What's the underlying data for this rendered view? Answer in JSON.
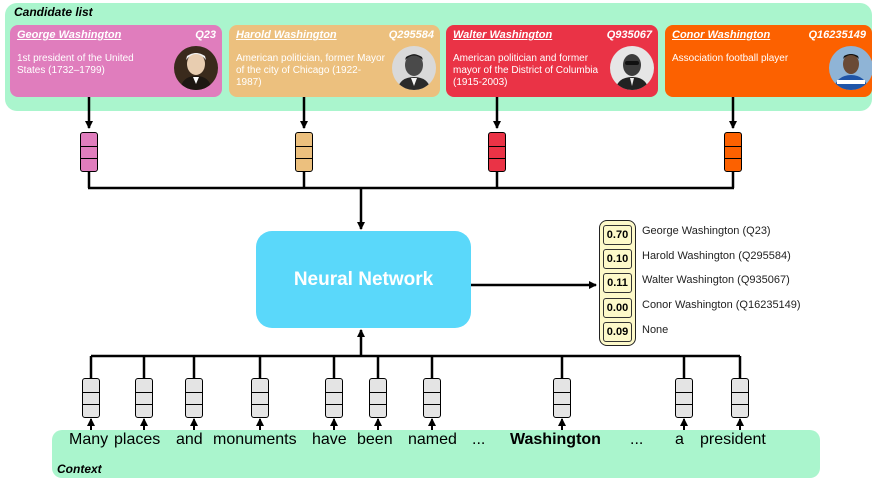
{
  "candidate_list_label": "Candidate list",
  "context_label": "Context",
  "candidates": [
    {
      "name": "George Washington",
      "qid": "Q23",
      "description": "1st president of the United States (1732–1799)",
      "color": "#e07dbd"
    },
    {
      "name": "Harold Washington",
      "qid": "Q295584",
      "description": "American politician, former Mayor of the city of Chicago (1922-1987)",
      "color": "#ecc07e"
    },
    {
      "name": "Walter Washington",
      "qid": "Q935067",
      "description": "American politician and former mayor of the District of Columbia (1915-2003)",
      "color": "#ea3346"
    },
    {
      "name": "Conor Washington",
      "qid": "Q16235149",
      "description": "Association football player",
      "color": "#fc6100"
    }
  ],
  "network_label": "Neural Network",
  "scores": [
    {
      "value": "0.70",
      "label": "George Washington (Q23)"
    },
    {
      "value": "0.10",
      "label": "Harold Washington (Q295584)"
    },
    {
      "value": "0.11",
      "label": "Walter Washington (Q935067)"
    },
    {
      "value": "0.00",
      "label": "Conor Washington (Q16235149)"
    },
    {
      "value": "0.09",
      "label": "None"
    }
  ],
  "context_words": [
    "Many",
    "places",
    "and",
    "monuments",
    "have",
    "been",
    "named",
    "...",
    "Washington",
    "...",
    "a",
    "president"
  ],
  "highlighted_word": "Washington"
}
